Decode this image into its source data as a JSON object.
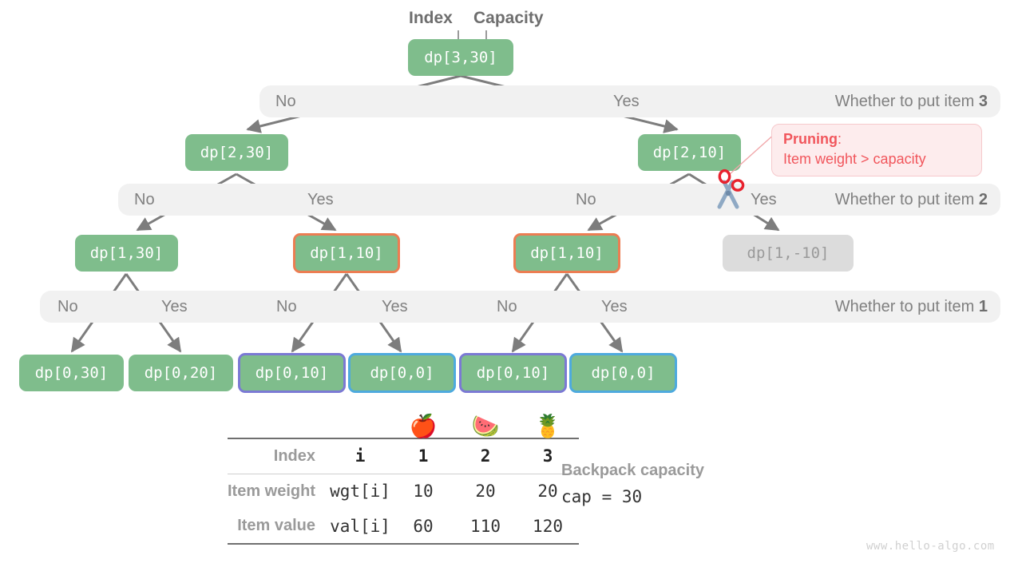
{
  "headers": {
    "index_label": "Index",
    "capacity_label": "Capacity"
  },
  "tree": {
    "nodes": [
      {
        "id": "root",
        "text": "dp[3,30]",
        "style": "plain"
      },
      {
        "id": "l1a",
        "text": "dp[2,30]",
        "style": "plain"
      },
      {
        "id": "l1b",
        "text": "dp[2,10]",
        "style": "plain"
      },
      {
        "id": "l2a",
        "text": "dp[1,30]",
        "style": "plain"
      },
      {
        "id": "l2b",
        "text": "dp[1,10]",
        "style": "ring-orange"
      },
      {
        "id": "l2c",
        "text": "dp[1,10]",
        "style": "ring-orange"
      },
      {
        "id": "l2d",
        "text": "dp[1,-10]",
        "style": "gray"
      },
      {
        "id": "l3a",
        "text": "dp[0,30]",
        "style": "plain"
      },
      {
        "id": "l3b",
        "text": "dp[0,20]",
        "style": "plain"
      },
      {
        "id": "l3c",
        "text": "dp[0,10]",
        "style": "ring-purple"
      },
      {
        "id": "l3d",
        "text": "dp[0,0]",
        "style": "ring-blue"
      },
      {
        "id": "l3e",
        "text": "dp[0,10]",
        "style": "ring-purple"
      },
      {
        "id": "l3f",
        "text": "dp[0,0]",
        "style": "ring-blue"
      }
    ]
  },
  "bars": [
    {
      "whether": "Whether to put item ",
      "whether_num": "3",
      "labels": [
        "No",
        "Yes"
      ]
    },
    {
      "whether": "Whether to put item ",
      "whether_num": "2",
      "labels": [
        "No",
        "Yes",
        "No",
        "Yes"
      ]
    },
    {
      "whether": "Whether to put item ",
      "whether_num": "1",
      "labels": [
        "No",
        "Yes",
        "No",
        "Yes",
        "No",
        "Yes"
      ]
    }
  ],
  "bar1": {
    "no": "No",
    "yes": "Yes",
    "whether": "Whether to put item ",
    "num": "3"
  },
  "bar2": {
    "no1": "No",
    "yes1": "Yes",
    "no2": "No",
    "yes2": "Yes",
    "whether": "Whether to put item ",
    "num": "2"
  },
  "bar3": {
    "no1": "No",
    "yes1": "Yes",
    "no2": "No",
    "yes2": "Yes",
    "no3": "No",
    "yes3": "Yes",
    "whether": "Whether to put item ",
    "num": "1"
  },
  "pruning": {
    "title": "Pruning",
    "colon": ":",
    "reason": "Item weight > capacity",
    "icon": "scissors-icon",
    "color": "#f1565c"
  },
  "table": {
    "emoji": [
      "🍎",
      "🍉",
      "🍍"
    ],
    "rows": [
      {
        "label": "Index",
        "key": "i",
        "values": [
          "1",
          "2",
          "3"
        ],
        "bold": true
      },
      {
        "label": "Item weight",
        "key": "wgt[i]",
        "values": [
          "10",
          "20",
          "20"
        ],
        "bold": false
      },
      {
        "label": "Item value",
        "key": "val[i]",
        "values": [
          "60",
          "110",
          "120"
        ],
        "bold": false
      }
    ]
  },
  "capacity": {
    "title": "Backpack capacity",
    "value": "cap = 30"
  },
  "watermark": "www.hello-algo.com",
  "colors": {
    "node_green": "#7fbd8c",
    "node_gray": "#dcdcdc",
    "ring_orange": "#ec7d52",
    "ring_purple": "#7b79d4",
    "ring_blue": "#4eaade",
    "bar_gray": "#f1f1f1",
    "edge_gray": "#7d7d7d",
    "prune_red": "#f1565c"
  }
}
